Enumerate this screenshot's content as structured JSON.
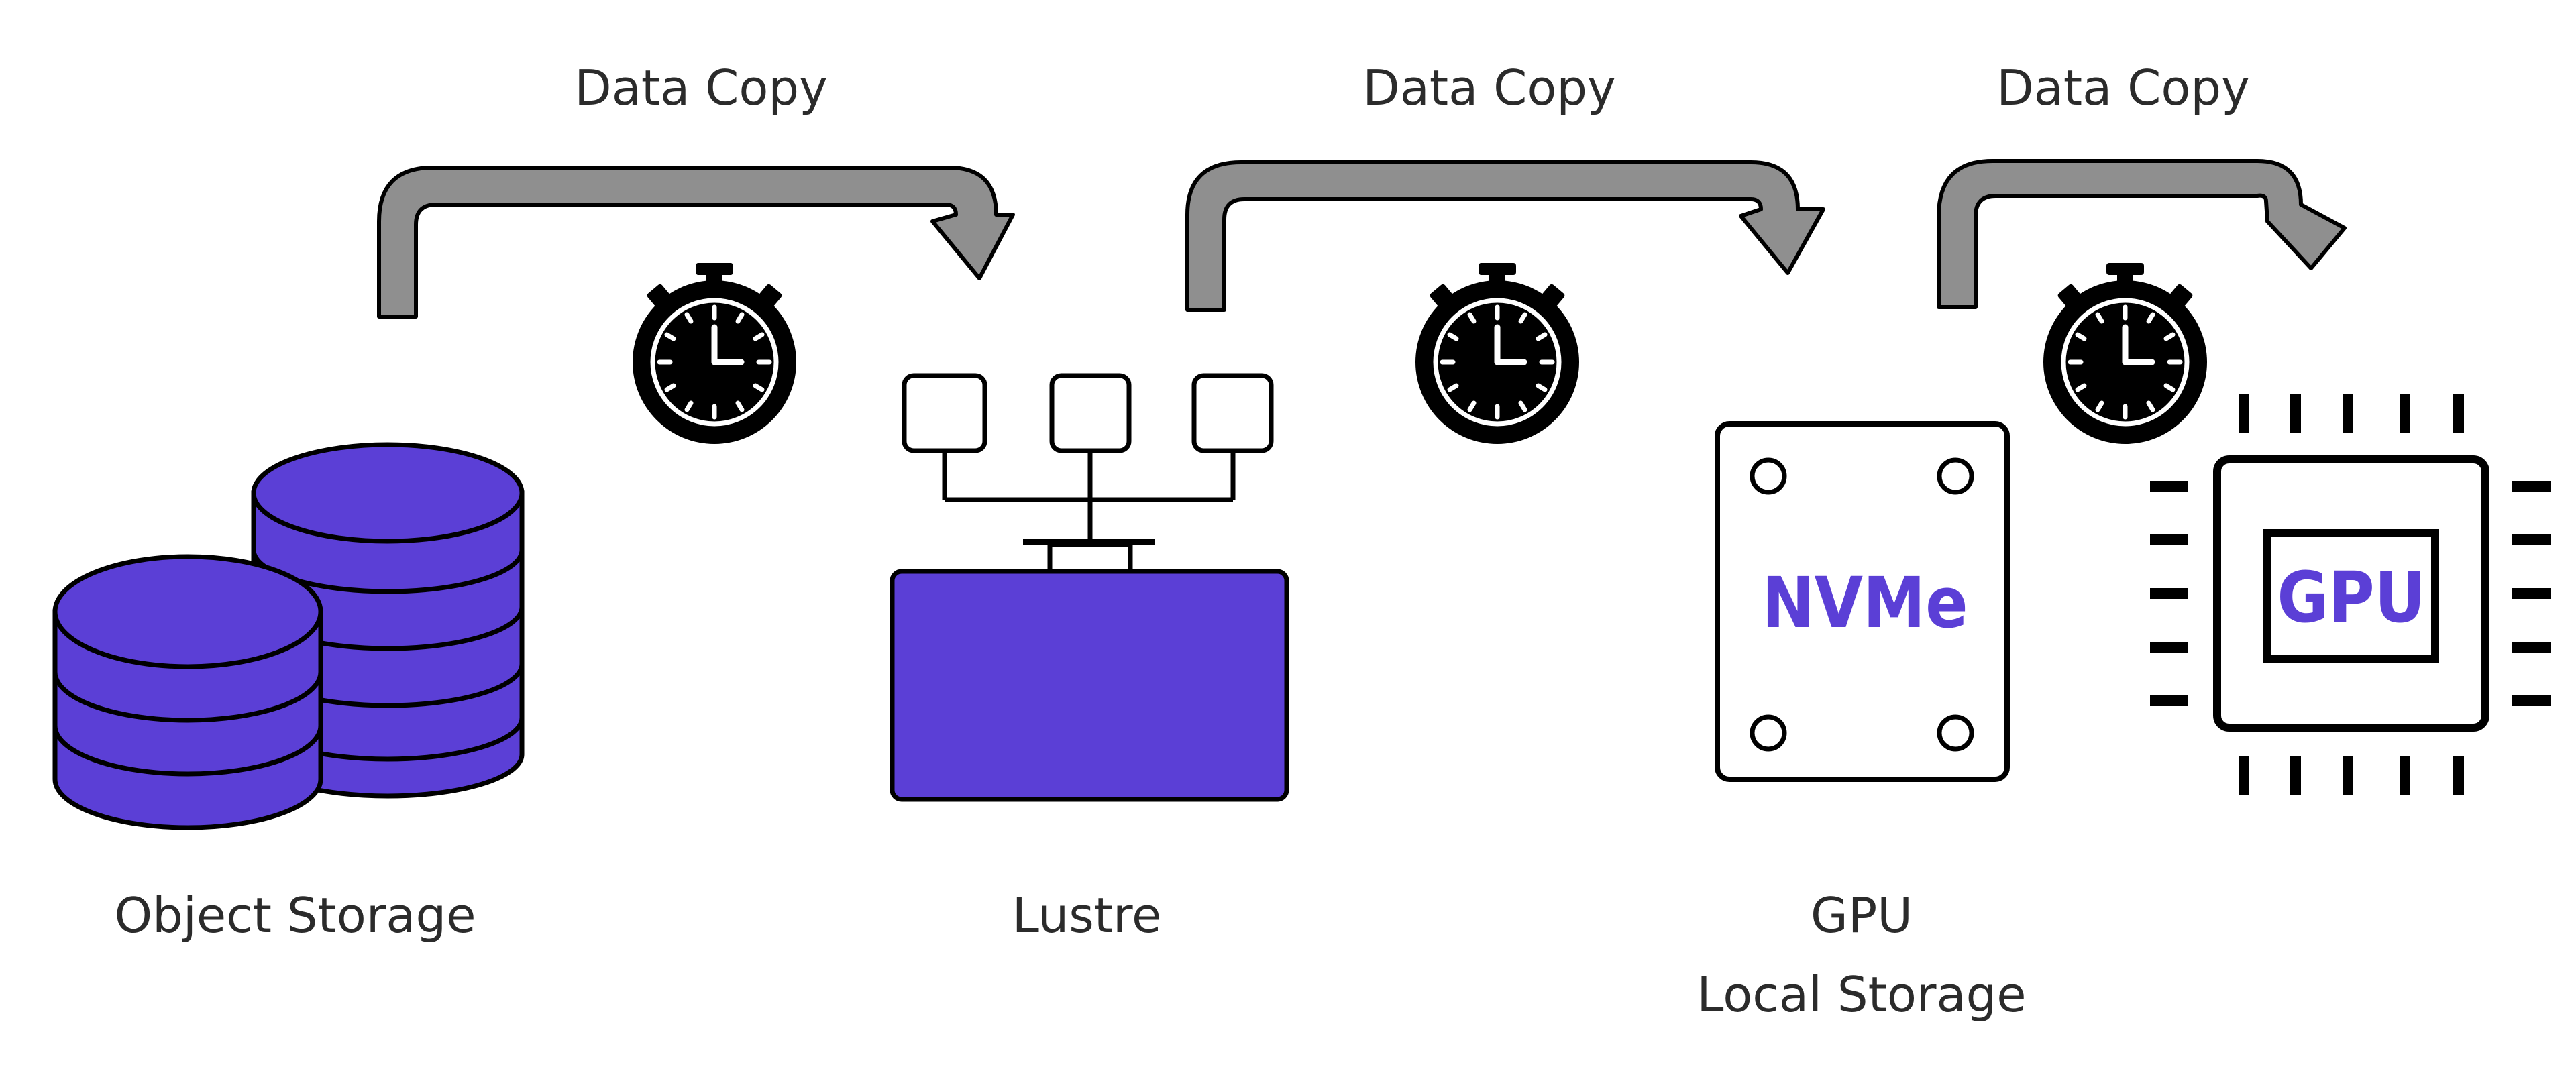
{
  "colors": {
    "accent": "#5b3fd6",
    "outline": "#000000",
    "arrow": "#8f8f8f",
    "label": "#2b2b2b",
    "background": "#ffffff"
  },
  "flow": {
    "copies": [
      {
        "label": "Data Copy",
        "icon": "arrow-curved-right",
        "timer_icon": "stopwatch-icon"
      },
      {
        "label": "Data Copy",
        "icon": "arrow-curved-right",
        "timer_icon": "stopwatch-icon"
      },
      {
        "label": "Data Copy",
        "icon": "arrow-curved-right",
        "timer_icon": "stopwatch-icon"
      }
    ],
    "nodes": [
      {
        "label": "Object Storage",
        "icon": "database-stack-icon"
      },
      {
        "label": "Lustre",
        "icon": "lustre-filesystem-icon"
      },
      {
        "label_line1": "GPU",
        "label_line2": "Local Storage",
        "icon": "nvme-drive-icon",
        "badge": "NVMe"
      },
      {
        "icon": "gpu-chip-icon",
        "badge": "GPU"
      }
    ]
  }
}
